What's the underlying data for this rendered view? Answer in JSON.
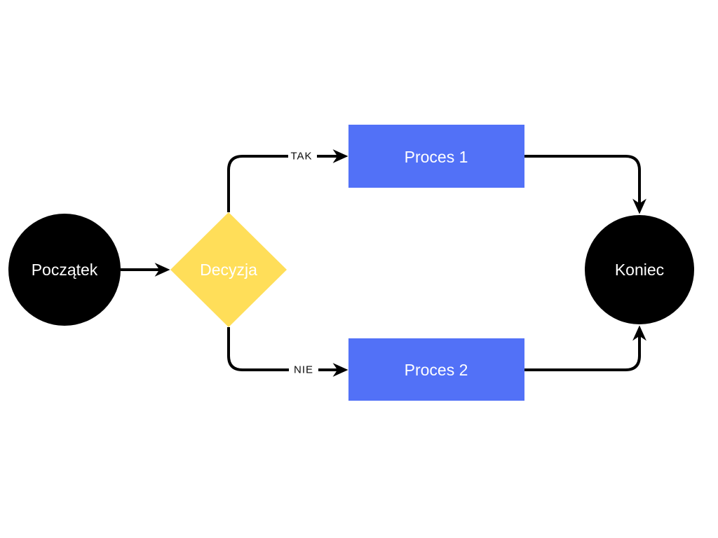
{
  "diagram": {
    "background_color": "#ffffff",
    "connector_color": "#000000",
    "nodes": {
      "start": {
        "label": "Początek",
        "shape": "circle",
        "fill": "#000000",
        "text_color": "#ffffff"
      },
      "decision": {
        "label": "Decyzja",
        "shape": "diamond",
        "fill": "#ffde59",
        "text_color": "#ffffff"
      },
      "process1": {
        "label": "Proces 1",
        "shape": "rectangle",
        "fill": "#5271f7",
        "text_color": "#ffffff"
      },
      "process2": {
        "label": "Proces 2",
        "shape": "rectangle",
        "fill": "#5271f7",
        "text_color": "#ffffff"
      },
      "end": {
        "label": "Koniec",
        "shape": "circle",
        "fill": "#000000",
        "text_color": "#ffffff"
      }
    },
    "edges": {
      "start_to_decision": {
        "from": "Początek",
        "to": "Decyzja",
        "label": ""
      },
      "decision_to_process1": {
        "from": "Decyzja",
        "to": "Proces 1",
        "label": "TAK"
      },
      "decision_to_process2": {
        "from": "Decyzja",
        "to": "Proces 2",
        "label": "NIE"
      },
      "process1_to_end": {
        "from": "Proces 1",
        "to": "Koniec",
        "label": ""
      },
      "process2_to_end": {
        "from": "Proces 2",
        "to": "Koniec",
        "label": ""
      }
    }
  }
}
